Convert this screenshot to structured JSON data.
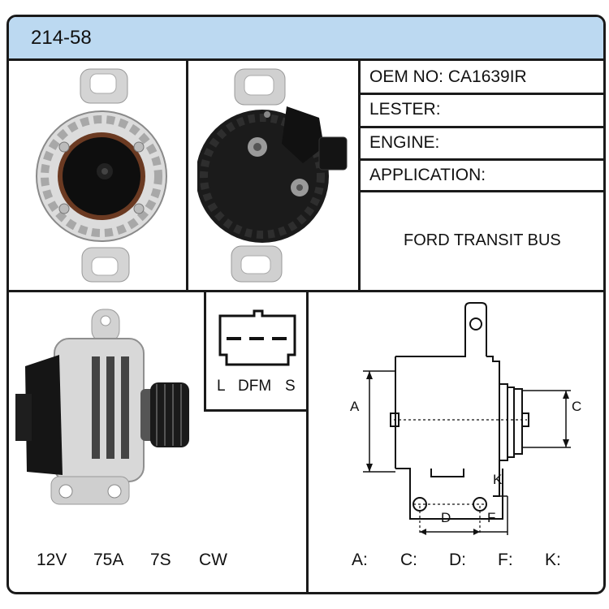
{
  "part_number": "214-58",
  "info": {
    "oem": "OEM NO: CA1639IR",
    "lester": "LESTER:",
    "engine": "ENGINE:",
    "application": "APPLICATION:",
    "application_value": "FORD TRANSIT BUS"
  },
  "specs": {
    "voltage": "12V",
    "amperage": "75A",
    "pulley": "7S",
    "rotation": "CW"
  },
  "connector": {
    "pins": [
      "L",
      "DFM",
      "S"
    ]
  },
  "dimensions": {
    "diagram_labels": [
      "A",
      "C",
      "D",
      "F",
      "K"
    ],
    "fields": [
      "A:",
      "C:",
      "D:",
      "F:",
      "K:"
    ]
  },
  "colors": {
    "header_bg": "#bcd9f1",
    "border": "#1a1a1a"
  }
}
